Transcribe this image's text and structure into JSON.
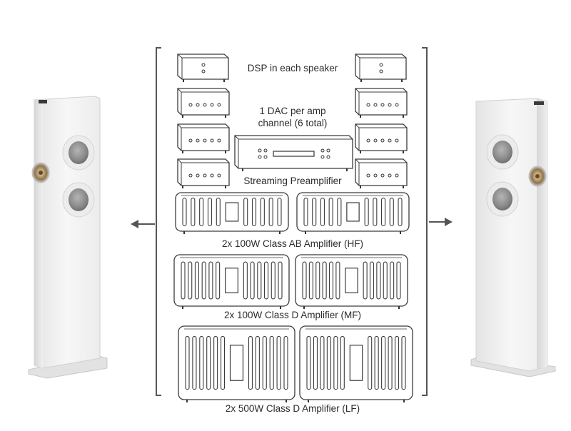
{
  "labels": {
    "dsp": "DSP in each speaker",
    "dac_line1": "1 DAC per amp",
    "dac_line2": "channel (6 total)",
    "preamp": "Streaming Preamplifier",
    "amp_hf": "2x 100W Class AB Amplifier (HF)",
    "amp_mf": "2x 100W Class D Amplifier (MF)",
    "amp_lf": "2x 500W Class D Amplifier (LF)"
  },
  "colors": {
    "line": "#3b3b3b",
    "speaker_body": "#f2f2f2",
    "driver_grey": "#8c8c8c",
    "tweeter_gold": "#b89a6c",
    "arrow": "#555555"
  },
  "icons": {
    "left_arrow": "arrow-left-icon",
    "right_arrow": "arrow-right-icon"
  }
}
